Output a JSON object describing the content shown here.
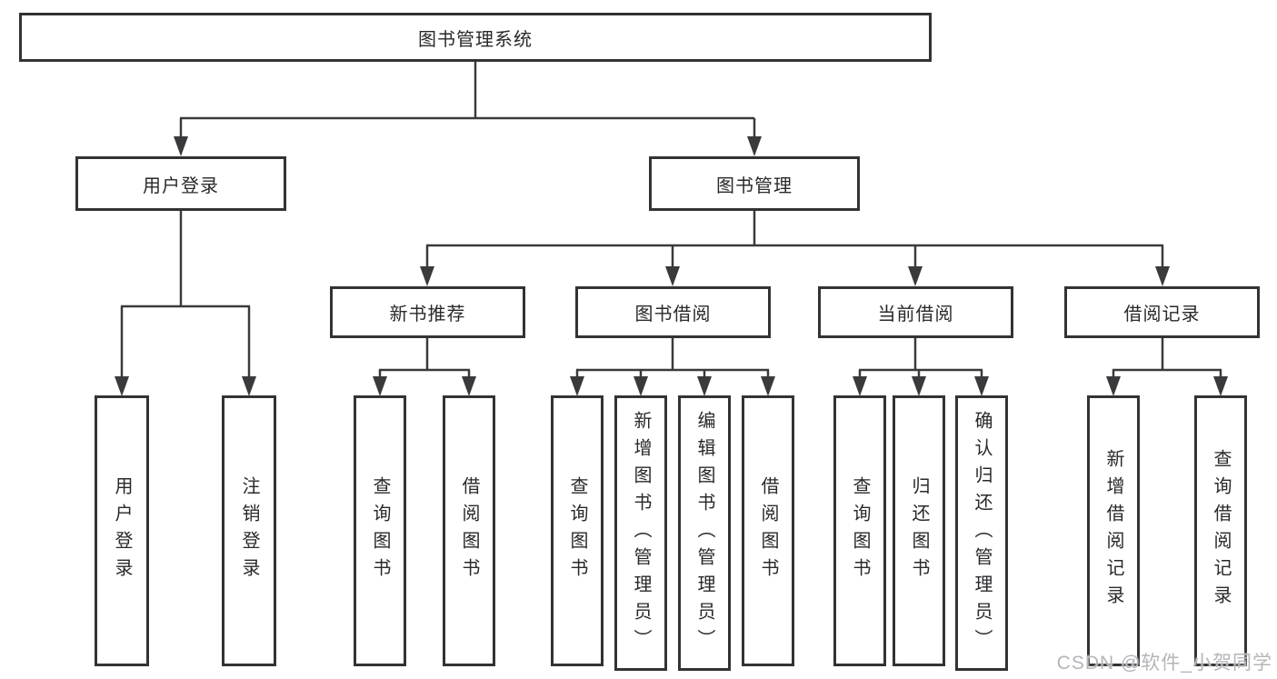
{
  "diagram_title": "图书管理系统",
  "nodes": {
    "root": "图书管理系统",
    "l2": [
      "用户登录",
      "图书管理"
    ],
    "l3": [
      "新书推荐",
      "图书借阅",
      "当前借阅",
      "借阅记录"
    ],
    "leaves": {
      "login": [
        "用户登录",
        "注销登录"
      ],
      "newbook": [
        "查询图书",
        "借阅图书"
      ],
      "borrow": [
        "查询图书",
        "新增图书（管理员）",
        "编辑图书（管理员）",
        "借阅图书"
      ],
      "current": [
        "查询图书",
        "归还图书",
        "确认归还（管理员）"
      ],
      "records": [
        "新增借阅记录",
        "查询借阅记录"
      ]
    }
  },
  "watermark": "CSDN @软件_小贺同学",
  "colors": {
    "background": "#ffffff",
    "box_border": "#333336",
    "connector_line": "#3a3a3d",
    "text": "#29292c",
    "watermark_text": "#b5b5ba"
  }
}
